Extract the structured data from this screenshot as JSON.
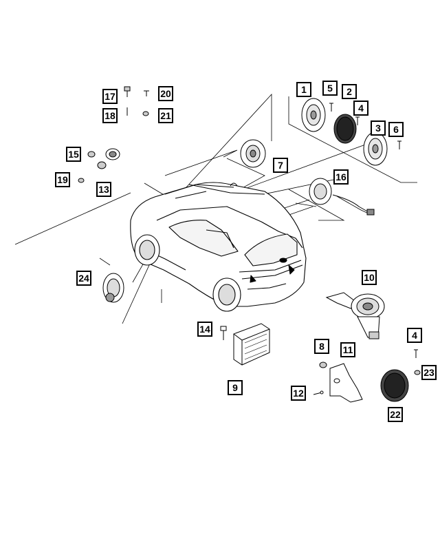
{
  "callouts": {
    "c1": "1",
    "c2": "2",
    "c3": "3",
    "c4a": "4",
    "c4b": "4",
    "c5": "5",
    "c6": "6",
    "c7": "7",
    "c8": "8",
    "c9": "9",
    "c10": "10",
    "c11": "11",
    "c12": "12",
    "c13": "13",
    "c14": "14",
    "c15": "15",
    "c16": "16",
    "c17": "17",
    "c18": "18",
    "c19": "19",
    "c20": "20",
    "c21": "21",
    "c22": "22",
    "c23": "23",
    "c24": "24"
  }
}
